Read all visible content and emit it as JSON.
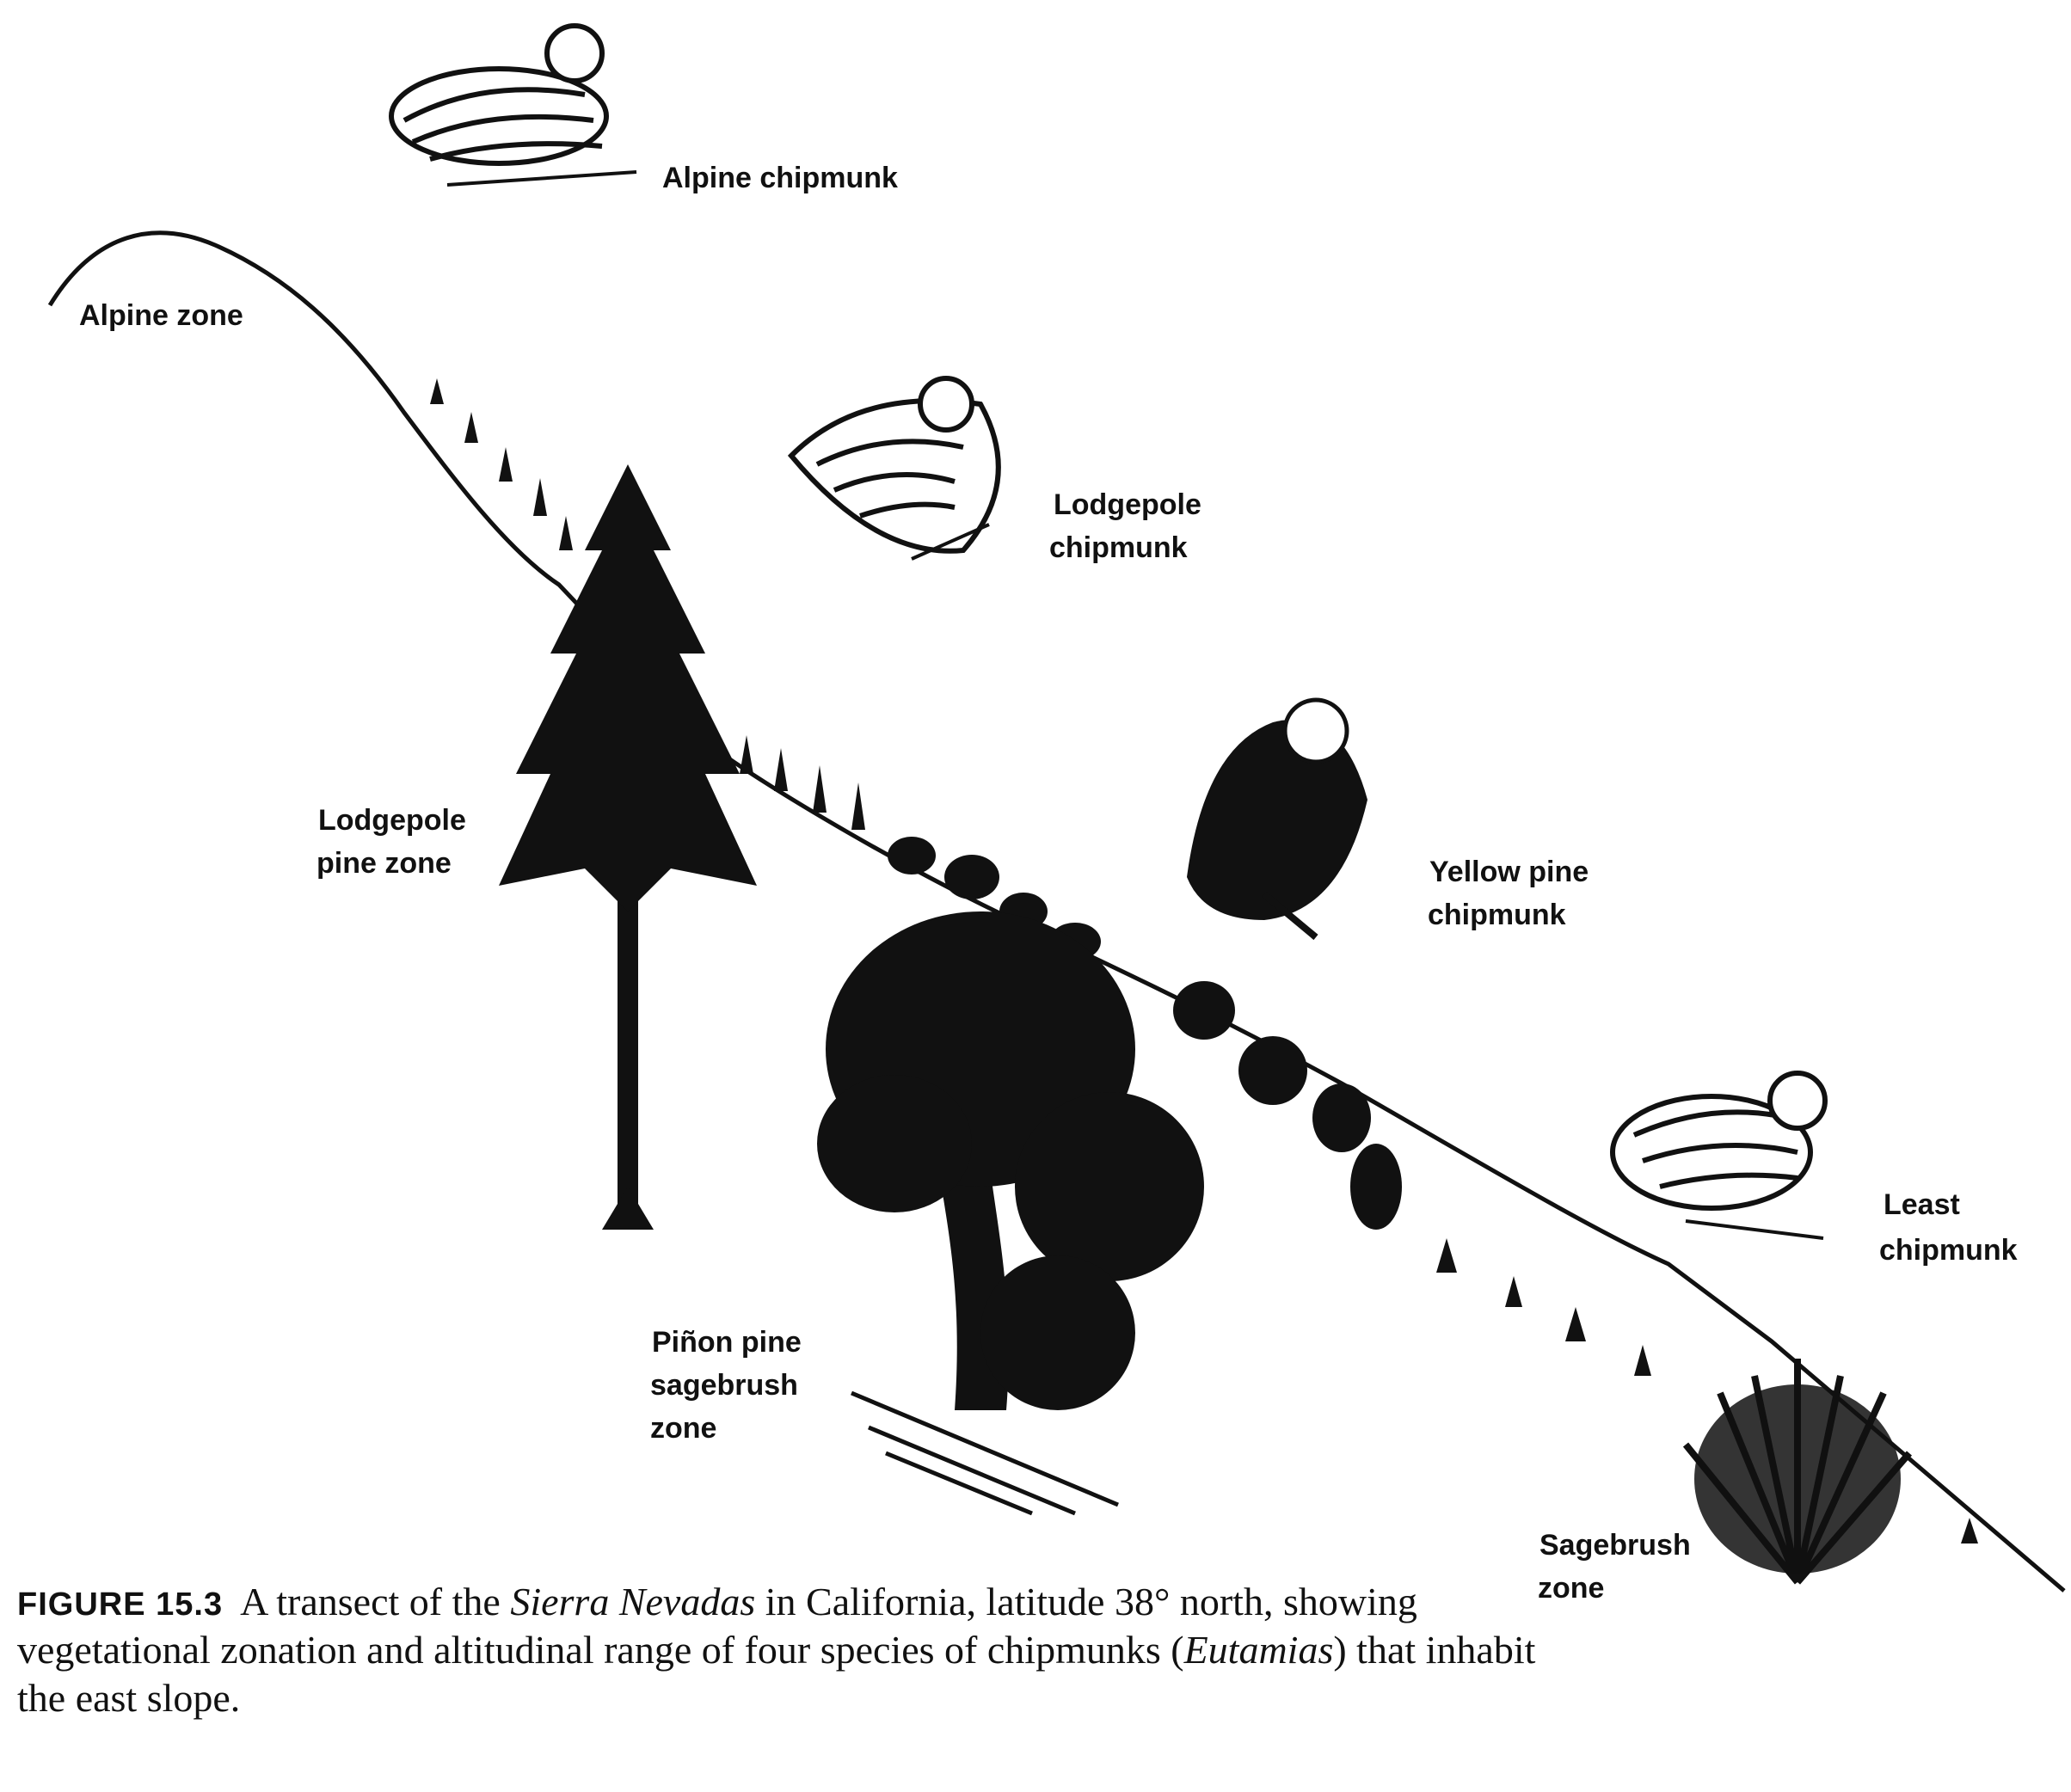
{
  "labels": {
    "alpine_chipmunk": "Alpine chipmunk",
    "alpine_zone": "Alpine zone",
    "lodgepole_chipmunk": [
      "Lodgepole",
      "chipmunk"
    ],
    "lodgepole_zone": [
      "Lodgepole",
      "pine zone"
    ],
    "yellow_pine_chipmunk": [
      "Yellow pine",
      "chipmunk"
    ],
    "least_chipmunk": [
      "Least",
      "chipmunk"
    ],
    "pinon_zone": [
      "Piñon pine",
      "sagebrush",
      "zone"
    ],
    "sagebrush_zone": [
      "Sagebrush",
      "zone"
    ]
  },
  "caption": {
    "figure_number": "FIGURE 15.3",
    "text_1": "A transect of the ",
    "text_italic_1": "Sierra Nevadas",
    "text_2": " in California, latitude 38° north, showing vegetational zonation and altitudinal range of four species of chipmunks (",
    "text_italic_2": "Eutamias",
    "text_3": ") that inhabit the east slope."
  },
  "colors": {
    "ink": "#111111",
    "background": "#ffffff"
  }
}
